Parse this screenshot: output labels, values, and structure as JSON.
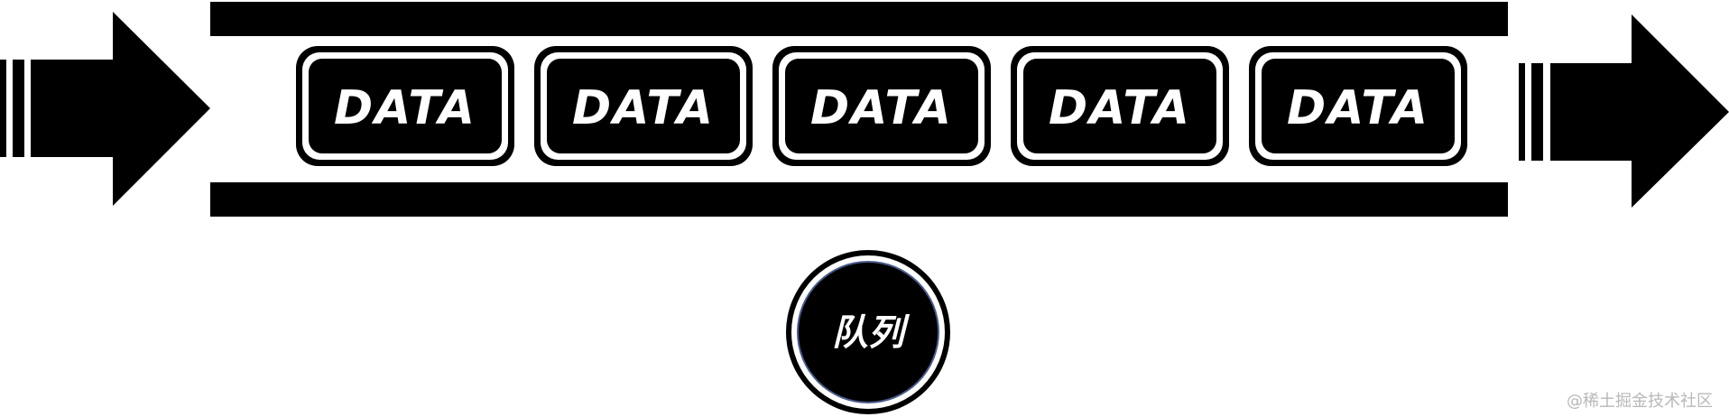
{
  "queue": {
    "items": [
      {
        "label": "DATA"
      },
      {
        "label": "DATA"
      },
      {
        "label": "DATA"
      },
      {
        "label": "DATA"
      },
      {
        "label": "DATA"
      }
    ],
    "caption": "队列"
  },
  "watermark": "@稀土掘金技术社区",
  "colors": {
    "foreground": "#000000",
    "background": "#ffffff",
    "caption_ring_accent": "#4a5a8a",
    "watermark": "#b8b8b8"
  },
  "icons": {
    "input": "arrow-right-icon",
    "output": "arrow-right-icon"
  }
}
